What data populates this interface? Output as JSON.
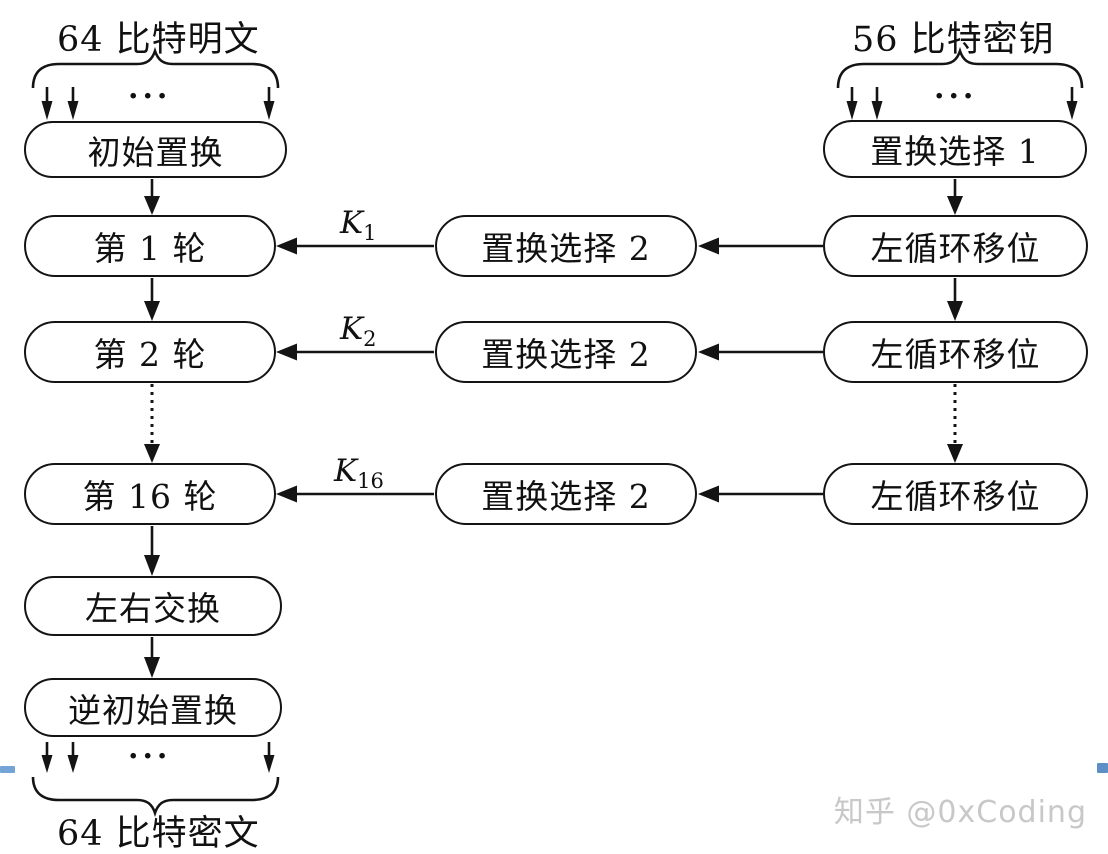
{
  "diagram": {
    "plaintext_label": "64 比特明文",
    "key_label": "56 比特密钥",
    "ciphertext_label": "64 比特密文",
    "ellipsis": "...",
    "nodes": {
      "initial_permutation": "初始置换",
      "round_1": "第 1 轮",
      "round_2": "第 2 轮",
      "round_16": "第 16 轮",
      "swap_lr": "左右交换",
      "inverse_initial_permutation": "逆初始置换",
      "permuted_choice_1": "置换选择 1",
      "permuted_choice_2": "置换选择 2",
      "left_circular_shift": "左循环移位"
    },
    "keys": [
      {
        "base": "K",
        "sub": "1"
      },
      {
        "base": "K",
        "sub": "2"
      },
      {
        "base": "K",
        "sub": "16"
      }
    ],
    "colors": {
      "line": "#141414",
      "accent_blue": "#74a3d6",
      "watermark_gray": "#c8c8c8"
    }
  },
  "watermark": {
    "text": "知乎 @0xCoding"
  }
}
